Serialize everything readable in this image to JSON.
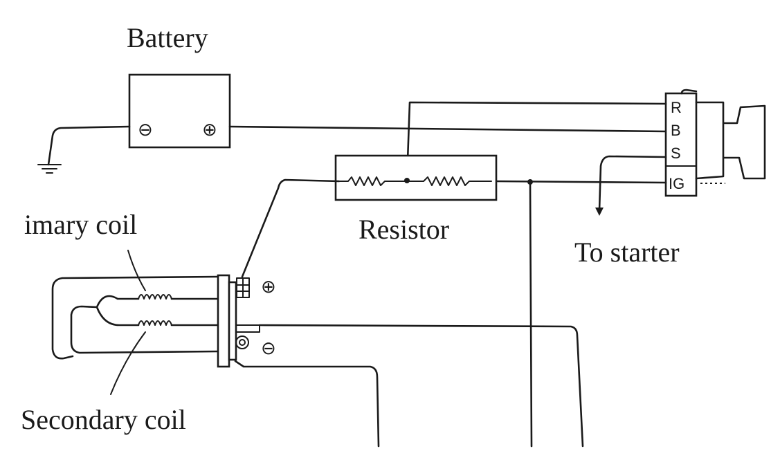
{
  "labels": {
    "battery": "Battery",
    "resistor": "Resistor",
    "to_starter": "To starter",
    "primary_coil": "imary coil",
    "secondary_coil": "Secondary coil"
  },
  "battery_terminals": {
    "negative": "⊖",
    "positive": "⊕"
  },
  "coil_terminals": {
    "positive": "⊕",
    "negative": "⊖"
  },
  "switch_terminals": [
    "R",
    "B",
    "S",
    "IG"
  ]
}
